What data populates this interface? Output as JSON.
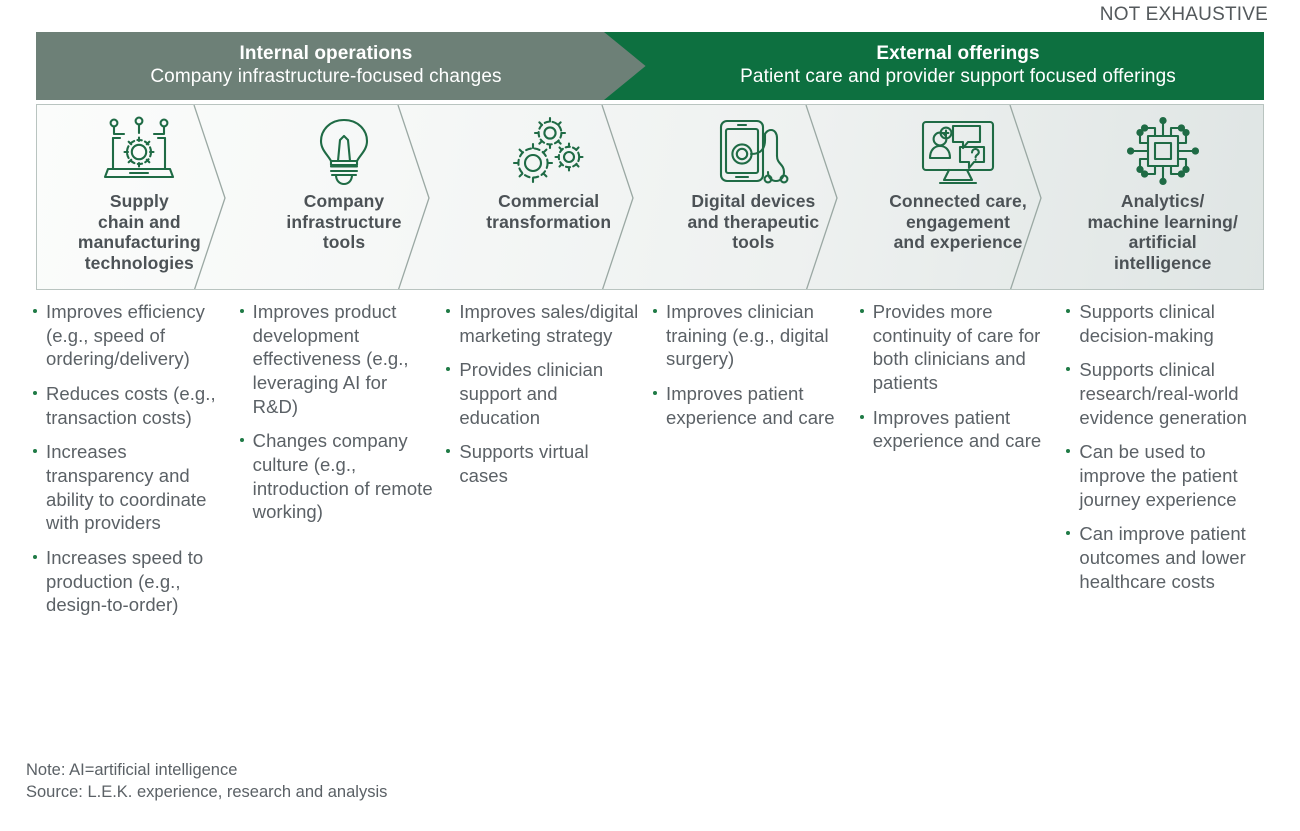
{
  "kicker": "NOT EXHAUSTIVE",
  "colors": {
    "internal_banner": "#6d8077",
    "external_banner": "#0d7040",
    "icon_stroke": "#1f6b45",
    "bullet_dot": "#1f7a46",
    "text": "#5b6166",
    "band_border": "#b9c4c0"
  },
  "banners": {
    "internal": {
      "title": "Internal operations",
      "subtitle": "Company infrastructure-focused changes"
    },
    "external": {
      "title": "External offerings",
      "subtitle": "Patient care and provider support focused offerings"
    }
  },
  "columns": [
    {
      "icon": "laptop-gear-circuit-icon",
      "label": "Supply\nchain and\nmanufacturing\ntechnologies",
      "bullets": [
        "Improves efficiency (e.g., speed of ordering/delivery)",
        "Reduces costs (e.g., transaction costs)",
        "Increases transparency and ability to coordinate with providers",
        "Increases speed to production (e.g., design-to-order)"
      ]
    },
    {
      "icon": "lightbulb-icon",
      "label": "Company\ninfrastructure\ntools",
      "bullets": [
        "Improves product development effectiveness (e.g., leveraging AI for R&D)",
        "Changes company culture (e.g., introduction of remote working)"
      ]
    },
    {
      "icon": "gears-icon",
      "label": "Commercial\ntransformation",
      "bullets": [
        "Improves sales/digital marketing strategy",
        "Provides clinician support and education",
        "Supports virtual cases"
      ]
    },
    {
      "icon": "tablet-stethoscope-icon",
      "label": "Digital devices\nand therapeutic\ntools",
      "bullets": [
        "Improves clinician training (e.g., digital surgery)",
        "Improves patient experience and care"
      ]
    },
    {
      "icon": "monitor-patient-chat-icon",
      "label": "Connected care,\nengagement\nand experience",
      "bullets": [
        "Provides more continuity of care for both clinicians and patients",
        "Improves patient experience and care"
      ]
    },
    {
      "icon": "microchip-ai-icon",
      "label": "Analytics/\nmachine learning/\nartificial\nintelligence",
      "bullets": [
        "Supports clinical decision-making",
        "Supports clinical research/real-world evidence generation",
        "Can be used to improve the patient journey experience",
        "Can improve patient outcomes and lower healthcare costs"
      ]
    }
  ],
  "footer": {
    "note": "Note: AI=artificial intelligence",
    "source": "Source: L.E.K. experience, research and analysis"
  }
}
